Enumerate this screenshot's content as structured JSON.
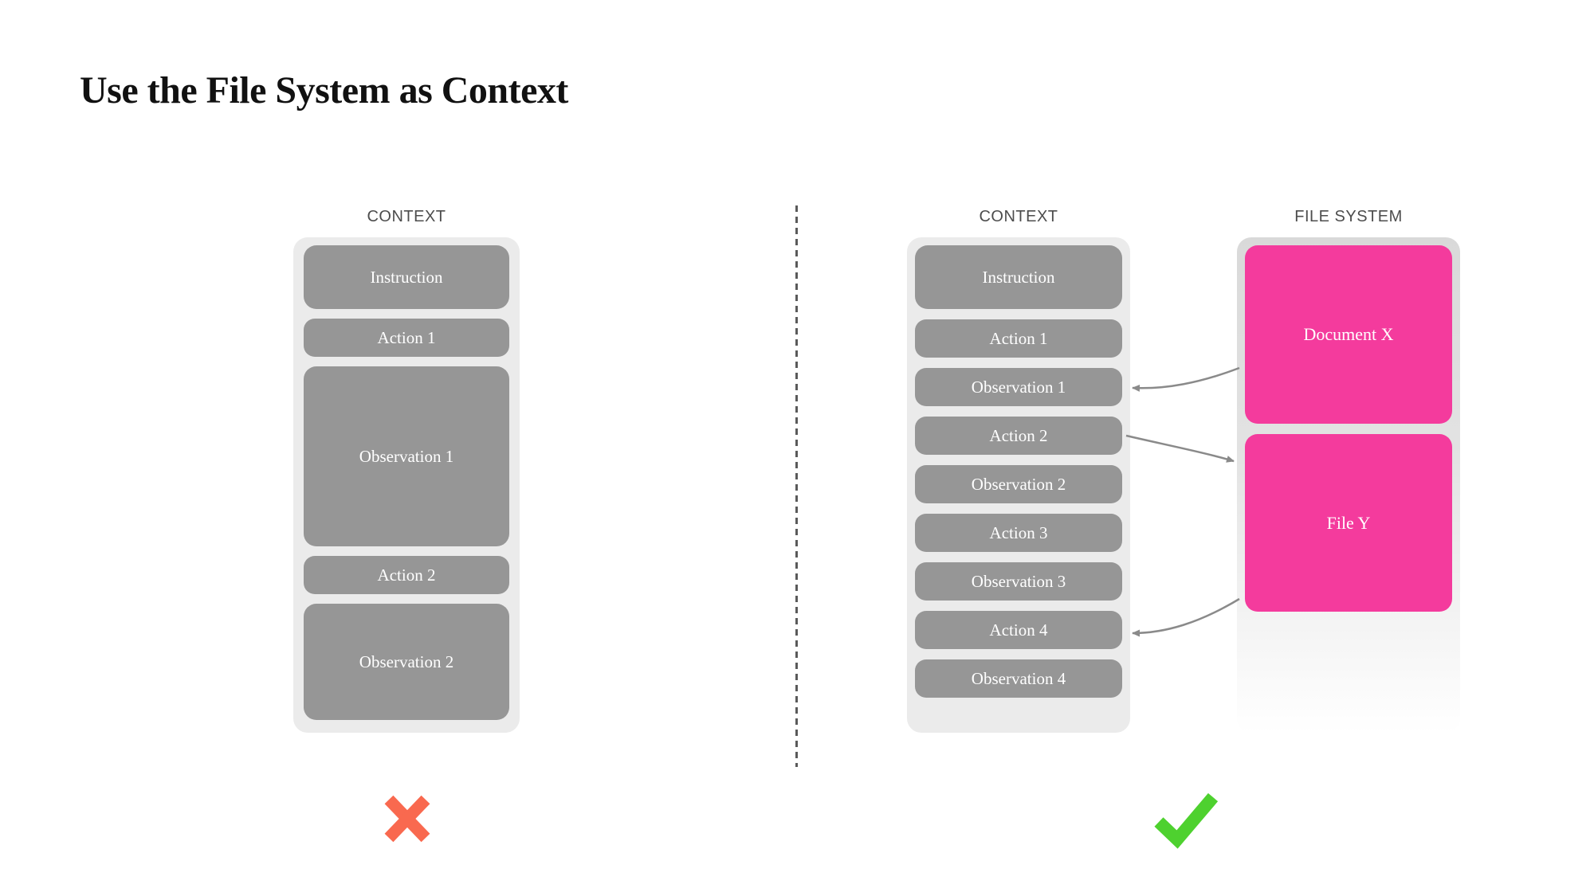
{
  "title": "Use the File System as Context",
  "left": {
    "label": "CONTEXT",
    "boxes": [
      {
        "label": "Instruction"
      },
      {
        "label": "Action 1"
      },
      {
        "label": "Observation 1"
      },
      {
        "label": "Action 2"
      },
      {
        "label": "Observation 2"
      }
    ],
    "verdict": "rejected",
    "verdict_icon": "x-mark"
  },
  "right": {
    "context": {
      "label": "CONTEXT",
      "boxes": [
        {
          "label": "Instruction"
        },
        {
          "label": "Action 1"
        },
        {
          "label": "Observation 1"
        },
        {
          "label": "Action 2"
        },
        {
          "label": "Observation 2"
        },
        {
          "label": "Action 3"
        },
        {
          "label": "Observation 3"
        },
        {
          "label": "Action 4"
        },
        {
          "label": "Observation 4"
        }
      ]
    },
    "file_system": {
      "label": "FILE SYSTEM",
      "files": [
        {
          "label": "Document X"
        },
        {
          "label": "File Y"
        }
      ]
    },
    "verdict": "approved",
    "verdict_icon": "check-mark"
  },
  "arrows": [
    {
      "from": "Document X",
      "to": "Observation 1"
    },
    {
      "from": "Action 2",
      "to": "File Y"
    },
    {
      "from": "File Y",
      "to": "Action 4"
    }
  ],
  "colors": {
    "box_gray": "#969696",
    "panel_gray": "#EBEBEB",
    "file_system_panel_top": "#D9D9D9",
    "pink": "#F43B9D",
    "arrow_gray": "#8A8A8A",
    "x_red": "#F9694F",
    "check_green": "#4ED12F",
    "label_gray": "#4D4D4D",
    "divider_gray": "#5A5A5A",
    "text_white": "#FFFFFF",
    "title_black": "#111111"
  }
}
